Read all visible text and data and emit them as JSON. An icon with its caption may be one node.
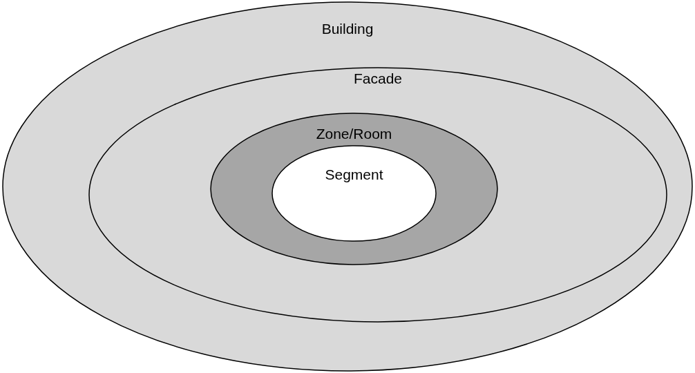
{
  "diagram": {
    "nodes": [
      {
        "text": [
          "Building"
        ]
      },
      {
        "text": [
          "Facade"
        ],
        "in": 0
      },
      {
        "text": [
          "Zone/Room"
        ],
        "in": 1
      },
      {
        "text": [
          "Segment"
        ],
        "in": 2
      }
    ]
  }
}
